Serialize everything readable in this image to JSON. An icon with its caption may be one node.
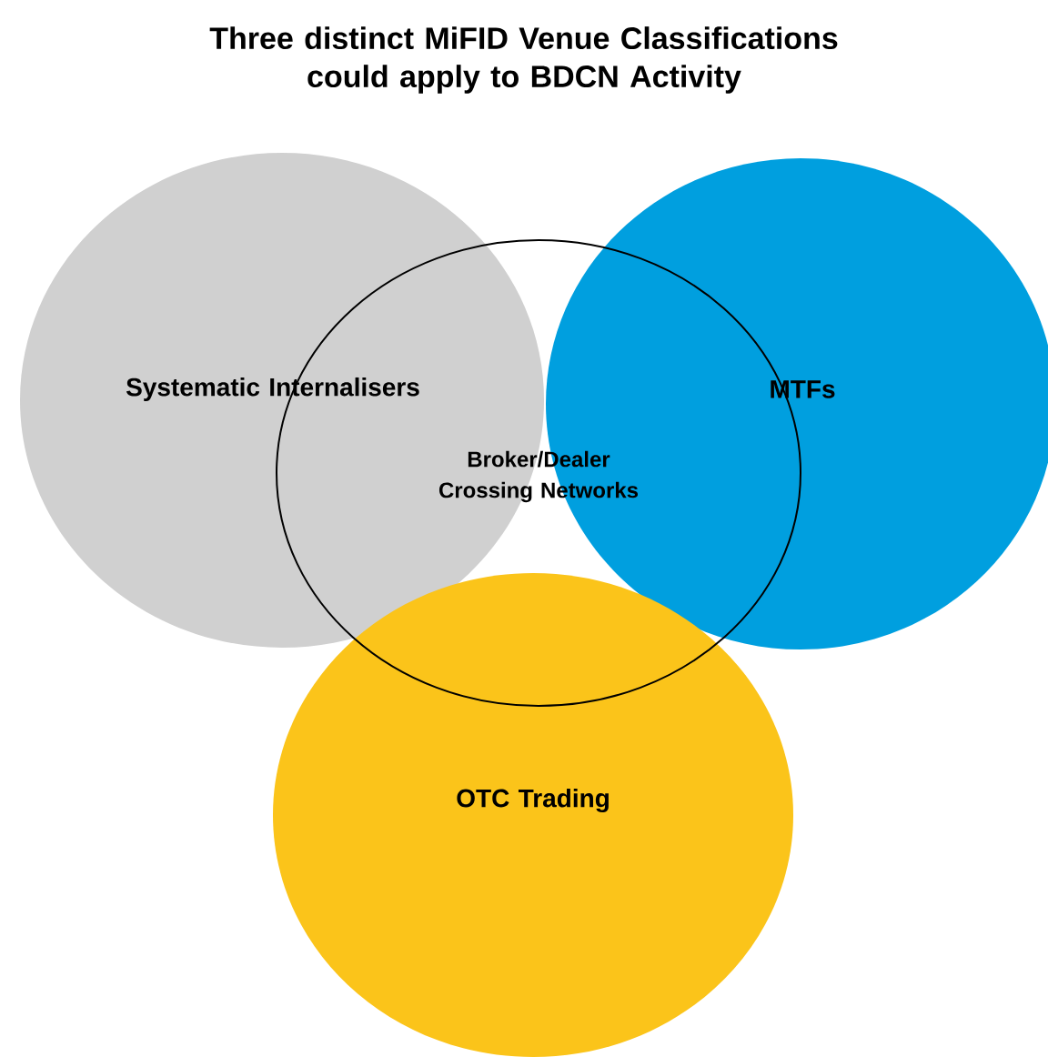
{
  "diagram": {
    "title": "Three distinct MiFID Venue Classifications could apply to BDCN Activity",
    "nodes": [
      {
        "text": [
          "Systematic Internalisers"
        ]
      },
      {
        "text": [
          "MTFs"
        ]
      },
      {
        "text": [
          "OTC Trading"
        ]
      },
      {
        "text": [
          "Broker/Dealer Crossing Networks"
        ]
      }
    ]
  }
}
